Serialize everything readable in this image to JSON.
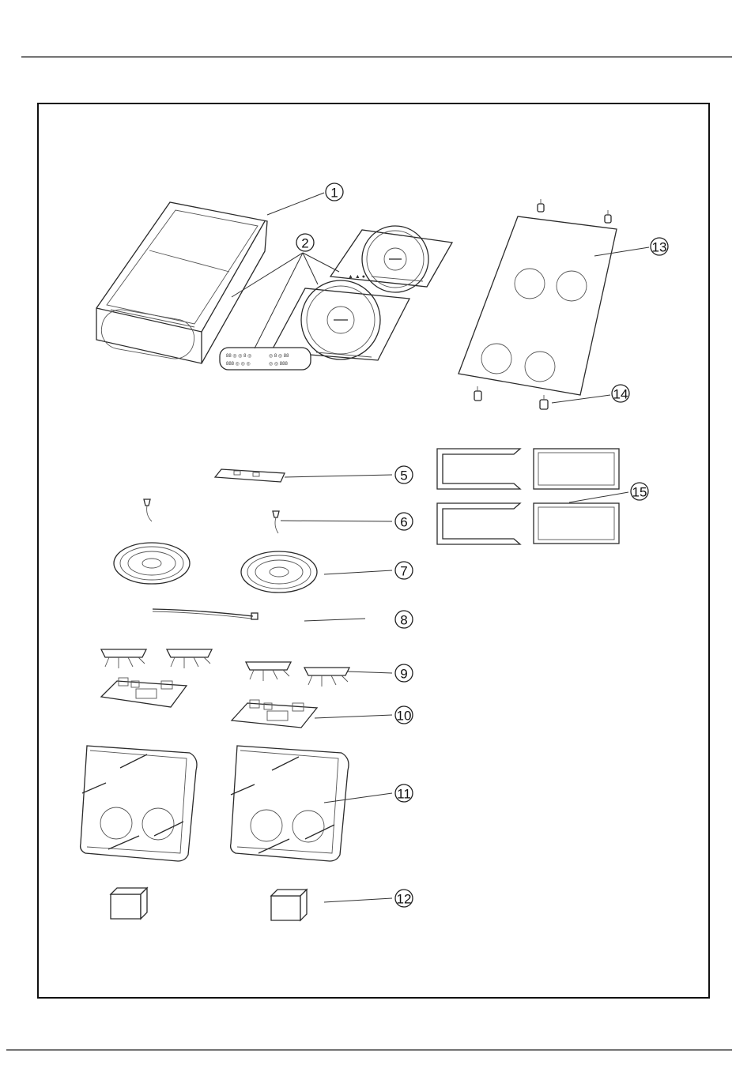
{
  "callouts": [
    {
      "id": "1",
      "label": "1"
    },
    {
      "id": "2",
      "label": "2"
    },
    {
      "id": "5",
      "label": "5"
    },
    {
      "id": "6",
      "label": "6"
    },
    {
      "id": "7",
      "label": "7"
    },
    {
      "id": "8",
      "label": "8"
    },
    {
      "id": "9",
      "label": "9"
    },
    {
      "id": "10",
      "label": "10"
    },
    {
      "id": "11",
      "label": "11"
    },
    {
      "id": "12",
      "label": "12"
    },
    {
      "id": "13",
      "label": "13"
    },
    {
      "id": "14",
      "label": "14"
    },
    {
      "id": "15",
      "label": "15"
    }
  ]
}
